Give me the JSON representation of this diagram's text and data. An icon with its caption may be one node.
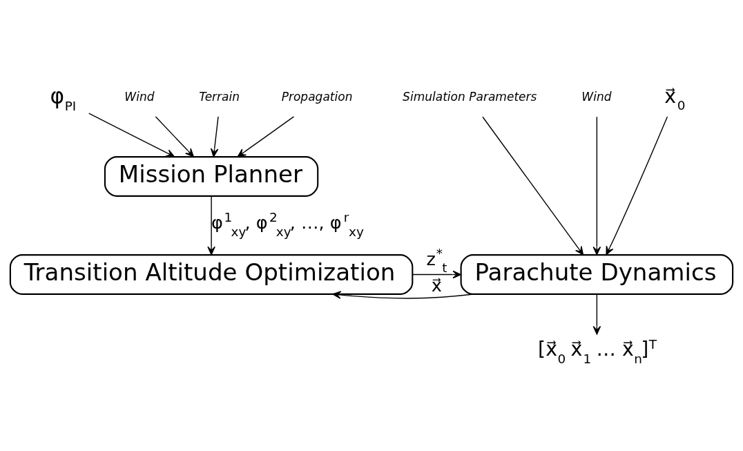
{
  "diagram": {
    "nodes": [
      {
        "text": [
          "φ$_{PI}$"
        ]
      },
      {
        "text": [
          "Wind"
        ]
      },
      {
        "text": [
          "Terrain"
        ]
      },
      {
        "text": [
          "Propagation"
        ]
      },
      {
        "text": [
          "Mission Planner"
        ]
      },
      {
        "text": [
          "x⃗$_{0}$"
        ]
      },
      {
        "text": [
          "Simulation Parameters"
        ]
      },
      {
        "text": [
          "Wind"
        ]
      },
      {
        "text": [
          "Transition Altitude Optimization"
        ]
      },
      {
        "text": [
          "Parachute Dynamics"
        ]
      },
      {
        "text": [
          "[x⃗$_{0}$ x⃗$_{1}$ … x⃗$_{n}$]$^{T}$"
        ]
      }
    ],
    "edges": [
      {
        "from": 0,
        "to": 4,
        "arrow": "to"
      },
      {
        "from": 1,
        "to": 4,
        "arrow": "to"
      },
      {
        "from": 2,
        "to": 4,
        "arrow": "to"
      },
      {
        "from": 3,
        "to": 4,
        "arrow": "to"
      },
      {
        "from": 4,
        "to": 8,
        "arrow": "to",
        "label": "φ$^{1}$$_{xy}$, φ$^{2}$$_{xy}$, …, φ$^{r}$$_{xy}$"
      },
      {
        "from": 5,
        "to": 9,
        "arrow": "to"
      },
      {
        "from": 6,
        "to": 9,
        "arrow": "to"
      },
      {
        "from": 7,
        "to": 9,
        "arrow": "to"
      },
      {
        "from": 8,
        "to": 9,
        "arrow": "to",
        "label": "z$^{*}$$_{t}$"
      },
      {
        "from": 9,
        "to": 8,
        "arrow": "to",
        "label": "x⃗"
      },
      {
        "from": 9,
        "to": 10,
        "arrow": "to"
      }
    ]
  }
}
